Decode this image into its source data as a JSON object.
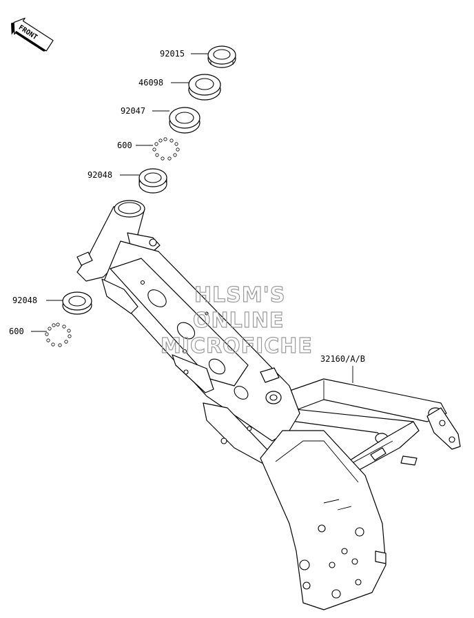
{
  "front_tag": {
    "text": "FRONT"
  },
  "parts": [
    {
      "id": "p1",
      "number": "92015"
    },
    {
      "id": "p2",
      "number": "46098"
    },
    {
      "id": "p3",
      "number": "92047"
    },
    {
      "id": "p4",
      "number": "600"
    },
    {
      "id": "p5",
      "number": "92048"
    },
    {
      "id": "p6",
      "number": "92048"
    },
    {
      "id": "p7",
      "number": "600"
    },
    {
      "id": "p8",
      "number": "32160/A/B"
    }
  ],
  "watermark": {
    "line1": "HLSM'S",
    "line2": "ONLINE",
    "line3": "MICROFICHE"
  },
  "colors": {
    "line": "#000000",
    "background": "#ffffff",
    "watermark": "#9a9a9a"
  }
}
